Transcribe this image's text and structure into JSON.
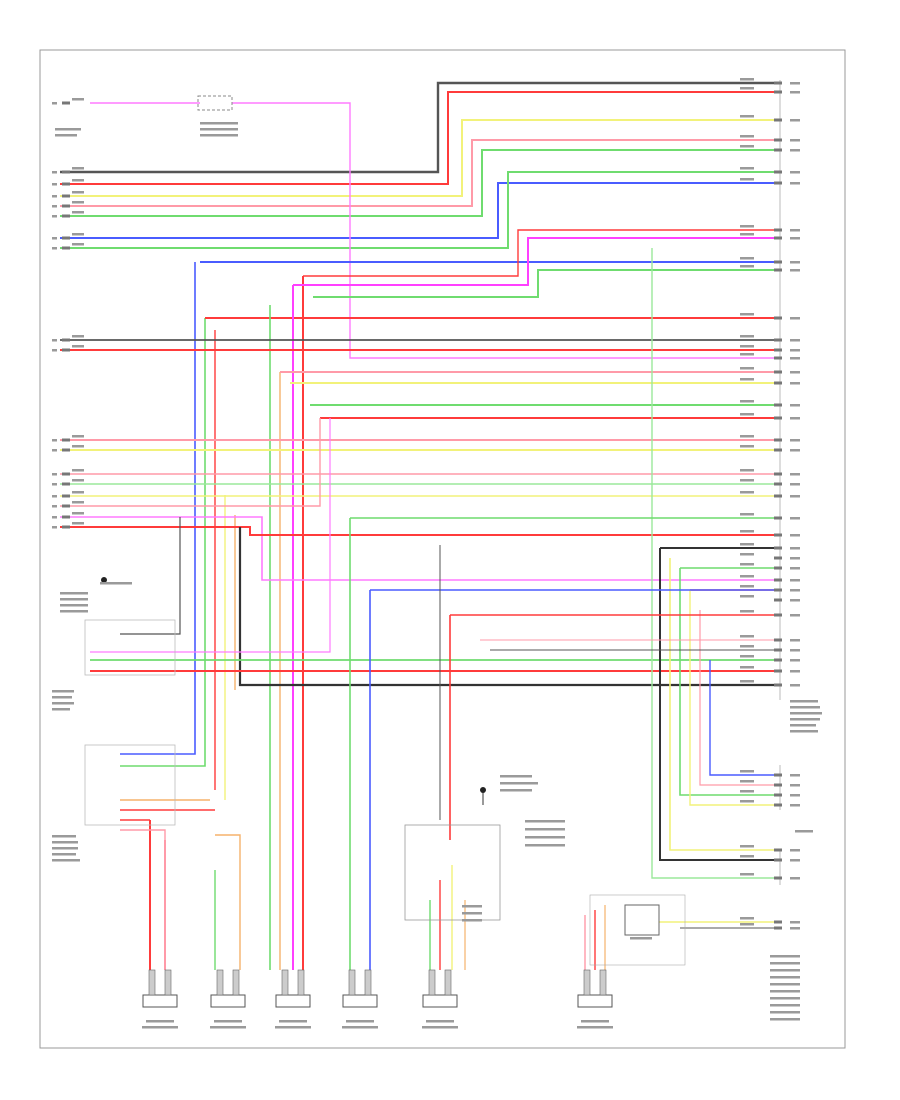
{
  "colors": {
    "gray": "#555555",
    "red": "#ff3b3b",
    "pink": "#ff9aa8",
    "yellow": "#f2f27a",
    "green": "#6fdc6f",
    "lightgreen": "#9be89b",
    "blue": "#4a5cff",
    "magenta": "#ff40ff",
    "violet": "#ff7aff",
    "orange": "#f5b26b",
    "black": "#333333",
    "frame": "#999999"
  },
  "labels": {
    "right_header": "",
    "bottom_left": "",
    "note_lines": [
      "",
      "",
      "",
      ""
    ]
  },
  "modules": [
    {
      "id": "left-front-door-speaker",
      "label": ""
    },
    {
      "id": "right-front-tweeter",
      "label": ""
    },
    {
      "id": "left-front-tweeter",
      "label": ""
    },
    {
      "id": "right-front-door-speaker",
      "label": ""
    },
    {
      "id": "right-rear-door-speaker",
      "label": ""
    },
    {
      "id": "left-rear-door-speaker",
      "label": ""
    }
  ]
}
